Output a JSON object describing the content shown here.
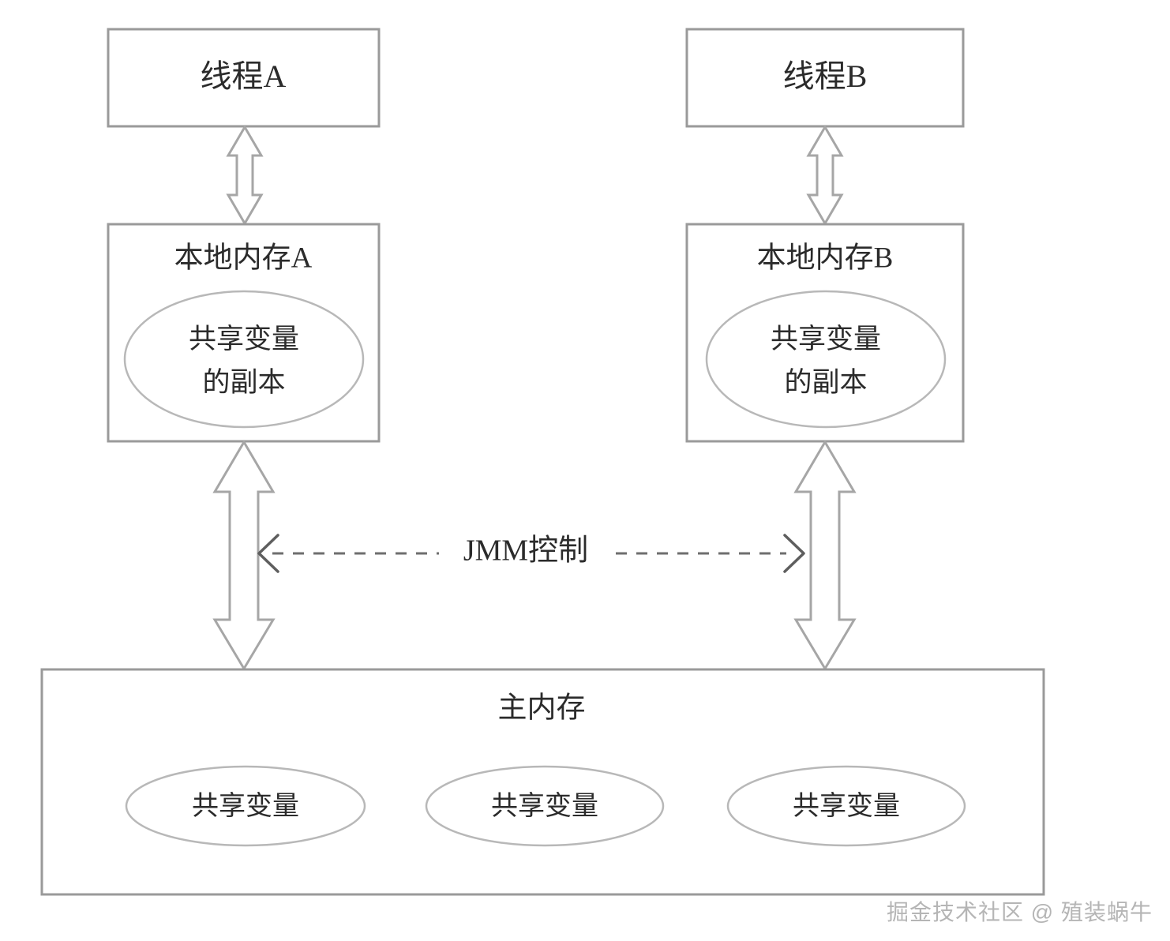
{
  "diagram": {
    "title_semantic": "java-memory-model-jmm-diagram",
    "colors": {
      "box_stroke": "#9a9a9a",
      "ellipse_stroke": "#b8b8b8",
      "arrow_stroke": "#a6a6a6",
      "arrow_fill": "#ffffff",
      "dashed_stroke": "#6e6e6e",
      "text": "#2b2b2b",
      "background": "#ffffff",
      "watermark": "#b5b5b5"
    },
    "threads": [
      {
        "id": "thread-a",
        "label": "线程A"
      },
      {
        "id": "thread-b",
        "label": "线程B"
      }
    ],
    "local_memories": [
      {
        "id": "local-memory-a",
        "label": "本地内存A",
        "variable_copy": {
          "line1": "共享变量",
          "line2": "的副本"
        }
      },
      {
        "id": "local-memory-b",
        "label": "本地内存B",
        "variable_copy": {
          "line1": "共享变量",
          "line2": "的副本"
        }
      }
    ],
    "jmm_control": {
      "label": "JMM控制",
      "arrow_style": "dashed-double-headed"
    },
    "main_memory": {
      "label": "主内存",
      "shared_variables": [
        {
          "label": "共享变量"
        },
        {
          "label": "共享变量"
        },
        {
          "label": "共享变量"
        }
      ]
    },
    "connectors": [
      {
        "id": "thread-a-to-local-a",
        "style": "hollow-double-arrow"
      },
      {
        "id": "thread-b-to-local-b",
        "style": "hollow-double-arrow"
      },
      {
        "id": "local-a-to-main",
        "style": "hollow-double-arrow"
      },
      {
        "id": "local-b-to-main",
        "style": "hollow-double-arrow"
      }
    ]
  },
  "watermark": {
    "text": "掘金技术社区 @ 殖装蜗牛"
  }
}
